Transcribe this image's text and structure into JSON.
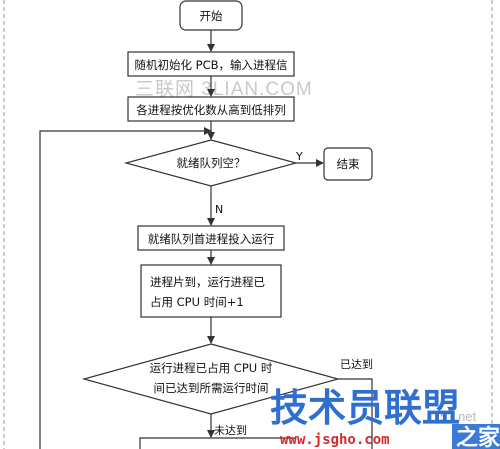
{
  "nodes": {
    "start": "开始",
    "init_line1": "随机初始化 PCB，输入进程信",
    "sort": "各进程按优化数从高到低排列",
    "check_empty": "就绪队列空？",
    "end": "结束",
    "run_head": "就绪队列首进程投入运行",
    "slice_line1": "进程片到，运行进程已",
    "slice_line2": "占用 CPU 时间+1",
    "check_time_line1": "运行进程已占用 CPU 时",
    "check_time_line2": "间已达到所需运行时间"
  },
  "edges": {
    "yes_label": "Y",
    "no_label": "N",
    "reached_label": "已达到",
    "not_reached_label": "未达到"
  },
  "watermarks": {
    "top_text": "三联网 3LIAN.COM",
    "brand_text": "技术员联盟",
    "site_url": "www.jsgho.com",
    "home_text": "之家",
    "partial_text": "51.net"
  },
  "colors": {
    "brand_blue": "#2f6fd0",
    "url_red": "#d22b2b",
    "home_bg": "#3a7bd5"
  }
}
